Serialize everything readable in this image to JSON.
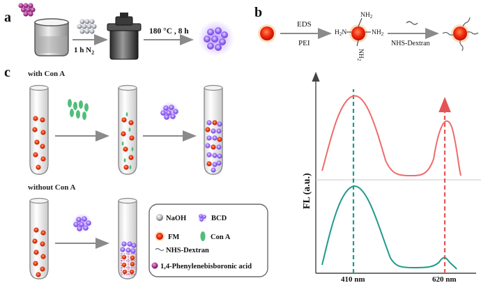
{
  "panels": {
    "a": {
      "label": "a",
      "step1_text": "1 h N",
      "step1_subscript": "2",
      "step2_text": "180 °C , 8 h"
    },
    "b": {
      "label": "b",
      "arrow1_top": "EDS",
      "arrow1_bottom": "PEI",
      "amine_label": "NH",
      "amine_subscript": "2",
      "amine_left": "H",
      "amine_left_subscript": "2",
      "amine_left_suffix": "N",
      "arrow2_label": "NHS-Dextran"
    },
    "c": {
      "label": "c",
      "with_label": "with Con A",
      "without_label": "without Con A"
    }
  },
  "legend": {
    "items": [
      {
        "key": "naoh",
        "text": "NaOH"
      },
      {
        "key": "bcd",
        "text": "BCD"
      },
      {
        "key": "fm",
        "text": "FM"
      },
      {
        "key": "cona",
        "text": "Con A"
      },
      {
        "key": "dextran",
        "text": "NHS-Dextran"
      },
      {
        "key": "pba",
        "text": "1,4-Phenylenebisboronic acid"
      }
    ]
  },
  "spectrum": {
    "ylabel": "FL (a.u.)",
    "x_ticks": [
      "410 nm",
      "620 nm"
    ],
    "colors": {
      "top": "#ef6b6b",
      "bottom": "#1f9a8a"
    }
  },
  "colors": {
    "fm": "#e8361c",
    "bcd": "#8a5cf0",
    "cona": "#4fbf7a",
    "pba": "#c04a9a",
    "dashed_teal": "#1f9a8a",
    "dashed_red": "#e45454"
  }
}
